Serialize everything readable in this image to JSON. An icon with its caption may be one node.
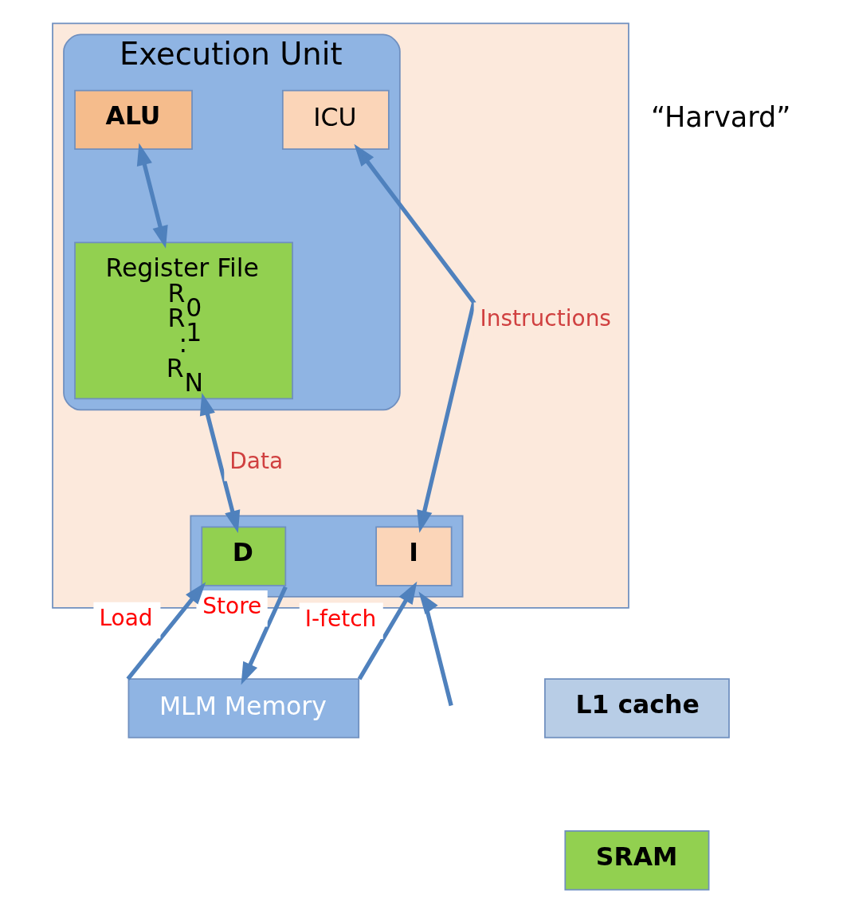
{
  "diagram": {
    "nodes": [
      {
        "text": [],
        "shape": "box"
      },
      {
        "text": [
          "Execution Unit"
        ],
        "in": 0
      },
      {
        "text": [
          "ALU"
        ],
        "in": 1
      },
      {
        "text": [
          "ICU"
        ],
        "in": 1
      },
      {
        "text": [
          "Register File",
          "R$_{0}$ R$_{1}$ : R$_{N}$"
        ],
        "in": 1
      },
      {
        "text": [],
        "shape": "box",
        "in": 0
      },
      {
        "text": [
          "I"
        ],
        "in": 5
      },
      {
        "text": [
          "D"
        ],
        "in": 5
      },
      {
        "text": [
          "L1 cache"
        ]
      },
      {
        "text": [
          "SRAM"
        ]
      },
      {
        "text": [
          "MLM Memory"
        ]
      }
    ],
    "edges": [
      {
        "from": 2,
        "to": 4,
        "arrow": "both"
      },
      {
        "from": 3,
        "to": 6,
        "arrow": "both",
        "label": "Instructions"
      },
      {
        "from": 4,
        "to": 7,
        "arrow": "both",
        "label": "Data"
      },
      {
        "from": 10,
        "to": 6,
        "arrow": "to",
        "label": "I-fetch"
      },
      {
        "from": 10,
        "to": 7,
        "arrow": "to",
        "label": "Load"
      },
      {
        "from": 7,
        "to": 10,
        "arrow": "to",
        "label": "Store"
      },
      {
        "from": null,
        "to": 5,
        "arrow": "to"
      }
    ],
    "labels": [
      "“Harvard”"
    ]
  }
}
